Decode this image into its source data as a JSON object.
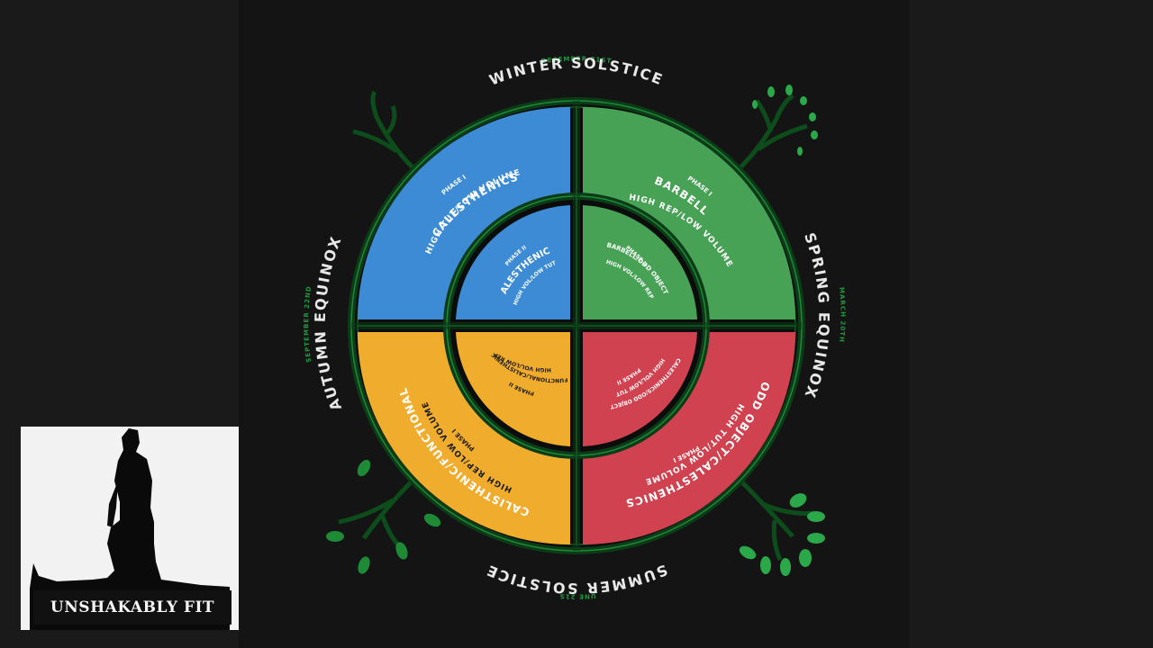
{
  "labels": {
    "top_date": "DECEMBER 21ST",
    "top_title": "WINTER SOLSTICE",
    "right_title": "SPRING EQUINOX",
    "right_date": "MARCH 20TH",
    "bottom_title": "SUMMER SOLSTICE",
    "bottom_date": "JUNE 21ST",
    "left_title": "AUTUMN EQUINOX",
    "left_date": "SEPTEMBER 22ND"
  },
  "quadrants": {
    "winter": {
      "color": "#3d8bd4",
      "outer": {
        "phase": "PHASE I",
        "title": "CALESTHENICS",
        "sub": "HIGH TUT/LOW VOLUME"
      },
      "inner": {
        "phase": "PHASE II",
        "title": "CALESTHENICS",
        "sub": "HIGH VOL/LOW TUT"
      }
    },
    "spring": {
      "color": "#48a256",
      "outer": {
        "phase": "PHASE I",
        "title": "BARBELL",
        "sub": "HIGH REP/LOW VOLUME"
      },
      "inner": {
        "phase": "PHASE II",
        "title": "BARBELL/ODD OBJECT",
        "sub": "HIGH VOL/LOW REP"
      }
    },
    "summer": {
      "color": "#d0424f",
      "outer": {
        "phase": "PHASE I",
        "title": "ODD OBJECT/CALESTHENICS",
        "sub": "HIGH TUT/LOW VOLUME"
      },
      "inner": {
        "phase": "PHASE II",
        "title": "CALESTHENICS/ODD OBJECT",
        "sub": "HIGH VOL/LOW TUT"
      }
    },
    "autumn": {
      "color": "#f0ad2d",
      "outer": {
        "phase": "PHASE I",
        "title": "CALISTHENIC/FUNCTIONAL",
        "sub": "HIGH REP/LOW VOLUME"
      },
      "inner": {
        "phase": "PHASE II",
        "title": "FUNCTIONAL/CALISTHENIC",
        "sub": "HIGH VOL/LOW REP"
      }
    }
  },
  "colors": {
    "frame": "#0d4d1c",
    "frame_line": "#1f8a36",
    "leaf": "#2aa84a",
    "label": "#e8e8e8",
    "date": "#1f9a3f"
  },
  "logo": {
    "text": "UNSHAKABLY FIT"
  }
}
